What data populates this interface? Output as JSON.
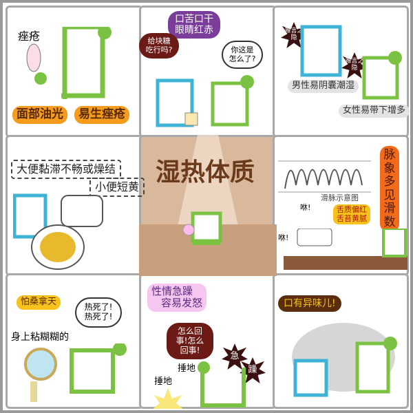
{
  "title": "湿热体质",
  "panels": {
    "acne": {
      "label": "痤疮",
      "badge1": "面部油光",
      "badge2": "易生痤疮"
    },
    "mouth": {
      "caption_line1": "口苦口干",
      "caption_line2": "眼睛红赤",
      "speech_blue": "给块糖吃行吗?",
      "speech_green": "你这是怎么了?"
    },
    "private": {
      "star1": "难言之隐",
      "star2": "难言之隐",
      "male": "男性易阴囊潮湿",
      "female": "女性易带下增多"
    },
    "toilet": {
      "stool": "大便黏滞不畅或燥结",
      "urine": "小便短黄"
    },
    "pulse": {
      "chart_caption": "滑脉示意图",
      "pulse_label": "脉象多见滑数",
      "sound1": "咻!",
      "sound2": "咻!",
      "tongue_line1": "舌质偏红",
      "tongue_line2": "舌苔黄腻"
    },
    "heat": {
      "badge": "怕桑拿天",
      "speech": "热死了!热死了!",
      "sticky": "身上粘糊糊的"
    },
    "temper": {
      "caption_line1": "性情急躁",
      "caption_line2": "容易发怒",
      "speech": "怎么回事!怎么回事!",
      "pound1": "捶地",
      "pound2": "捶地",
      "star1": "急",
      "star2": "躁"
    },
    "breath": {
      "badge": "口有异味儿!"
    }
  },
  "colors": {
    "green": "#7cc242",
    "blue": "#3fb3d6",
    "center_bg": "#d9b89c",
    "title": "#6b3a1a",
    "orange": "#f59c1e"
  }
}
